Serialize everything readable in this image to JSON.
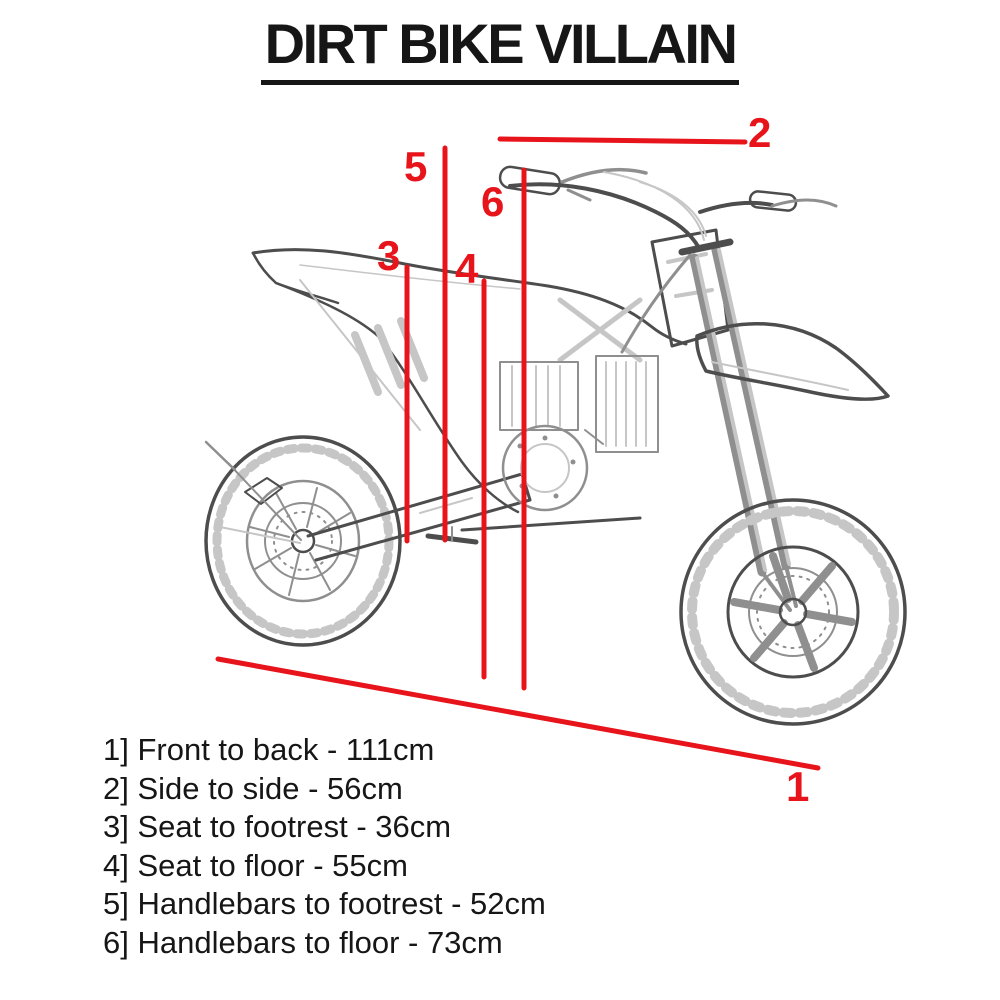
{
  "title": "DIRT BIKE VILLAIN",
  "colors": {
    "accent": "#e8141b",
    "ink": "#161616",
    "skDark": "#4d4d4d",
    "skMid": "#8f8f8f",
    "skLight": "#c6c6c6"
  },
  "markers": [
    {
      "label": "1"
    },
    {
      "label": "2"
    },
    {
      "label": "3"
    },
    {
      "label": "4"
    },
    {
      "label": "5"
    },
    {
      "label": "6"
    }
  ],
  "legend": {
    "items": [
      "1] Front to back - 111cm",
      "2] Side to side - 56cm",
      "3] Seat to footrest - 36cm",
      "4] Seat to floor - 55cm",
      "5] Handlebars to footrest - 52cm",
      "6] Handlebars to floor - 73cm"
    ]
  },
  "measurements": [
    {
      "num": "1",
      "name": "Front to back",
      "value": "111cm"
    },
    {
      "num": "2",
      "name": "Side to side",
      "value": "56cm"
    },
    {
      "num": "3",
      "name": "Seat to footrest",
      "value": "36cm"
    },
    {
      "num": "4",
      "name": "Seat to floor",
      "value": "55cm"
    },
    {
      "num": "5",
      "name": "Handlebars to footrest",
      "value": "52cm"
    },
    {
      "num": "6",
      "name": "Handlebars to floor",
      "value": "73cm"
    }
  ]
}
